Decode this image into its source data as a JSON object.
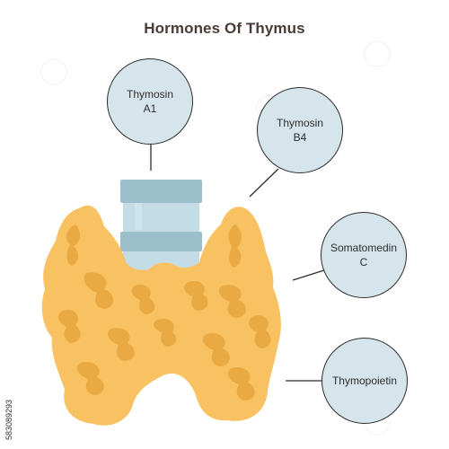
{
  "title": "Hormones Of Thymus",
  "hormones": [
    {
      "label": "Thymosin\nA1"
    },
    {
      "label": "Thymosin\nB4"
    },
    {
      "label": "Somatomedin\nC"
    },
    {
      "label": "Thymopoietin"
    }
  ],
  "stock_id": "583089293",
  "colors": {
    "gland": "#f8c262",
    "gland_shadow": "#e7a63e",
    "trachea": "#c3dce5",
    "trachea_ring": "#8fb4c2",
    "bubble_fill": "#d6e4ec"
  }
}
